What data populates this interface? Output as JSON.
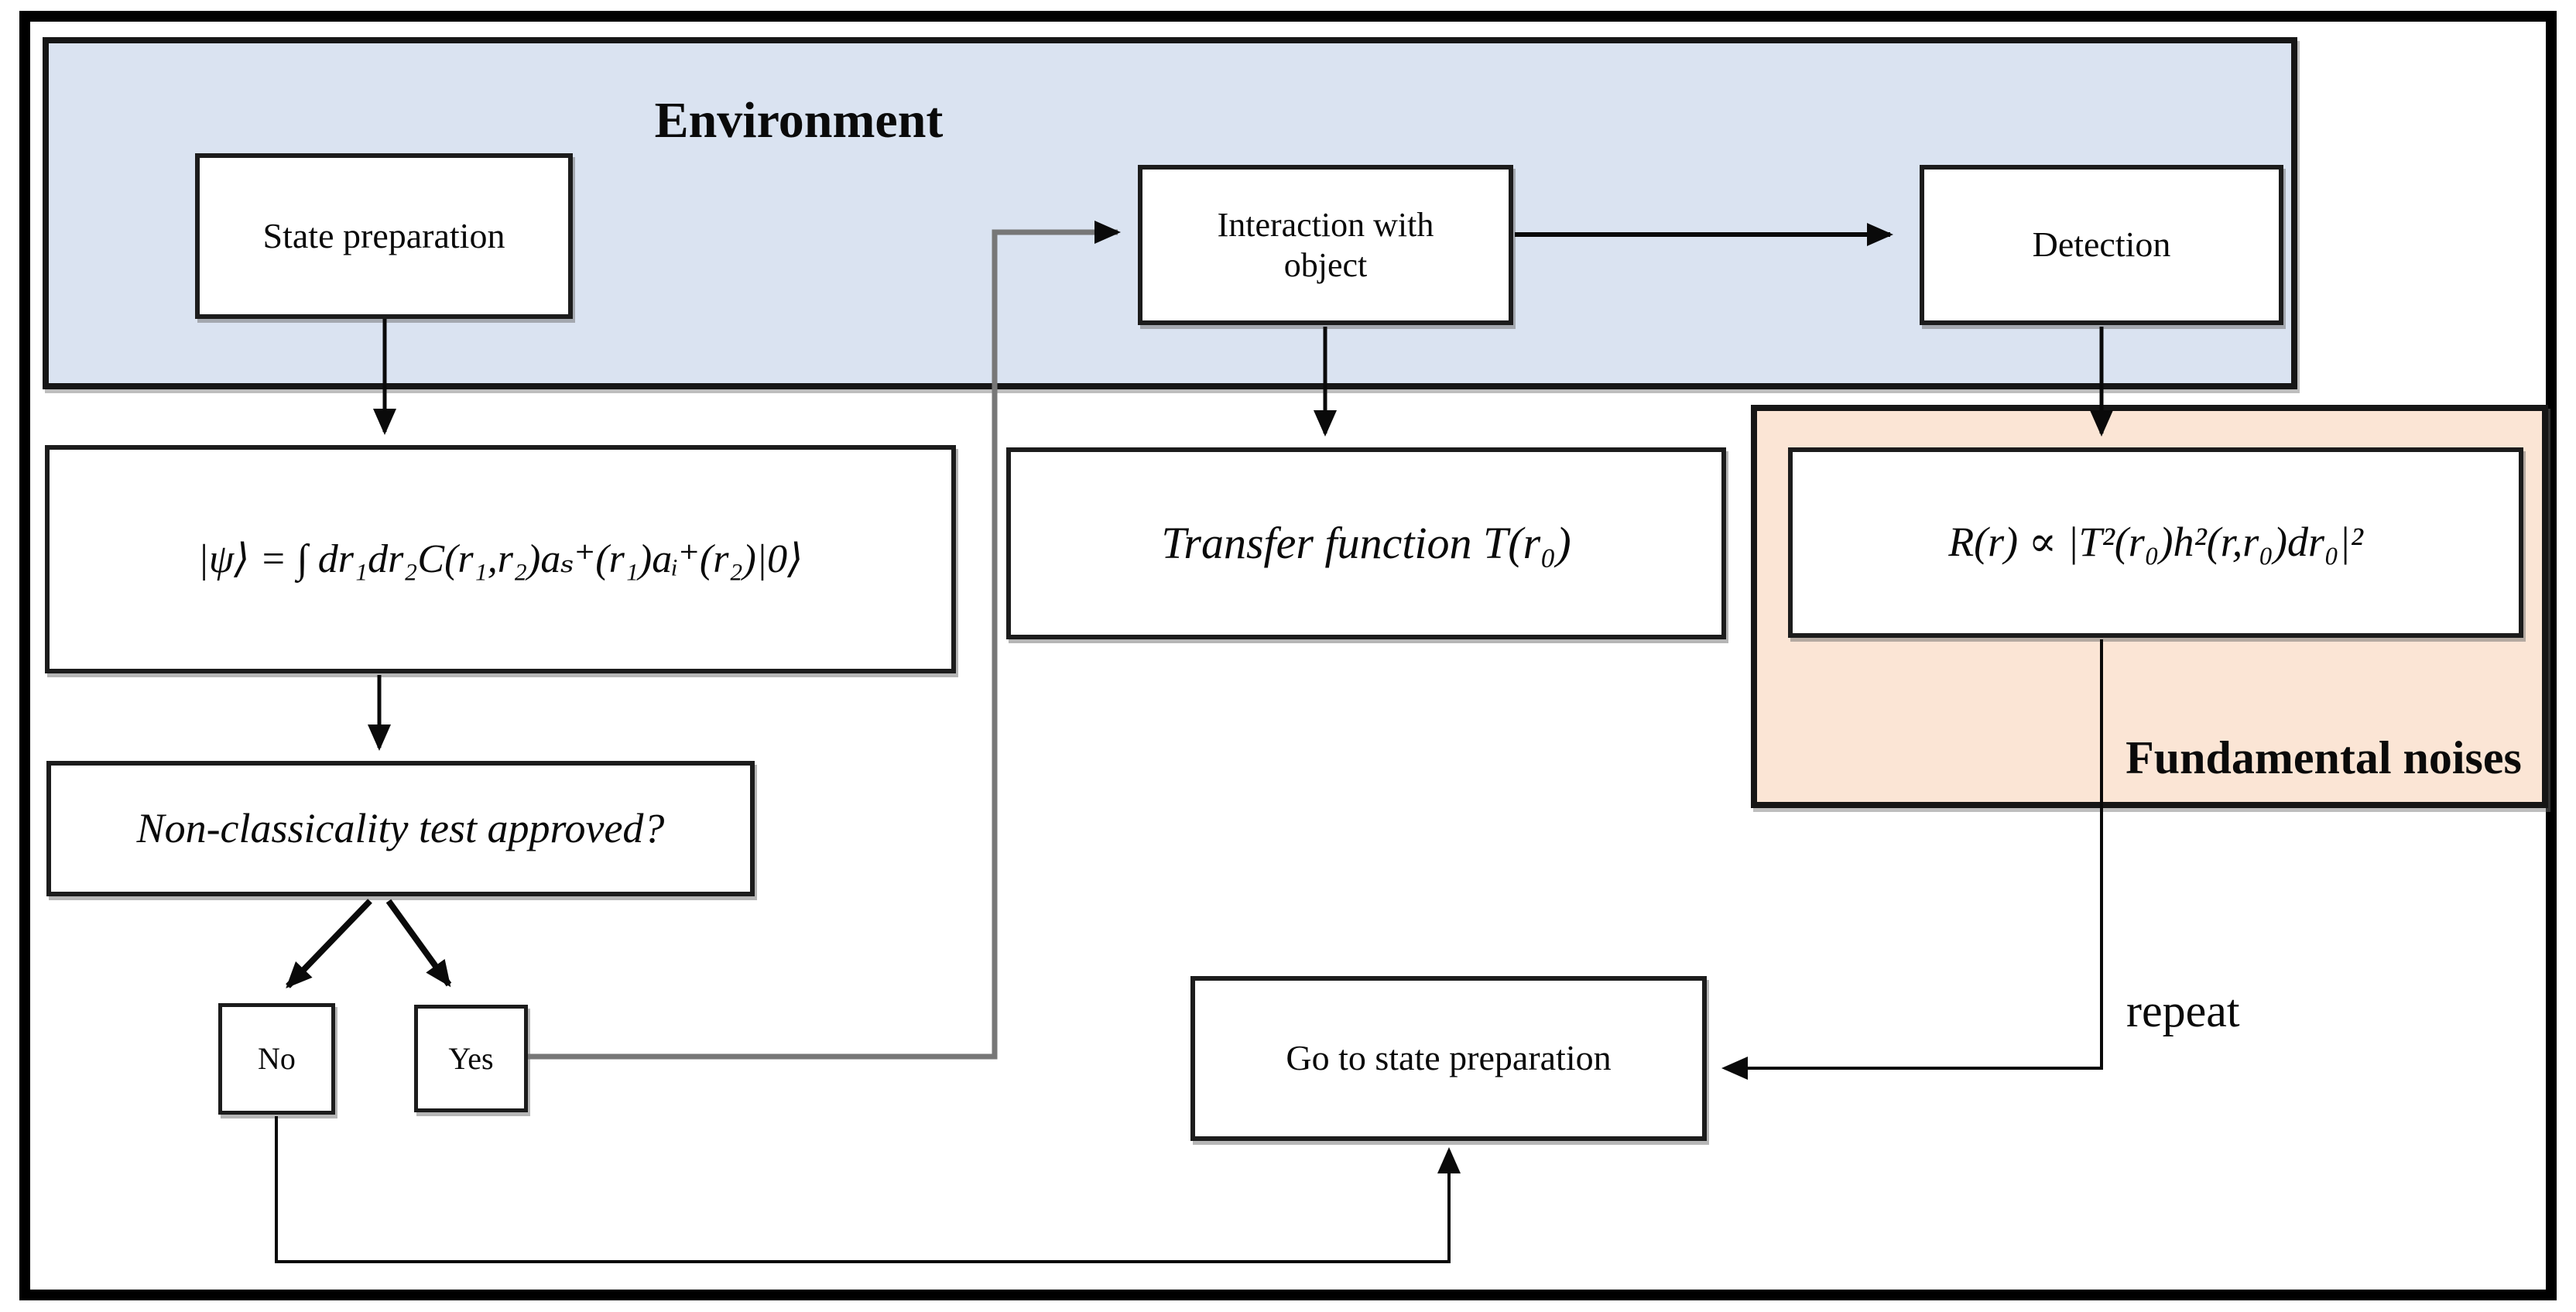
{
  "diagram": {
    "environment_label": "Environment",
    "fundamental_label": "Fundamental noises",
    "repeat_label": "repeat",
    "boxes": {
      "state": {
        "label": "State preparation"
      },
      "interaction": {
        "label": "Interaction with\nobject"
      },
      "detection": {
        "label": "Detection"
      },
      "psi": {
        "formula": "|ψ⟩ = ∫ dr₁dr₂C(r₁,r₂)aₛ⁺(r₁)aᵢ⁺(r₂)|0⟩"
      },
      "transfer": {
        "formula": "Transfer function T(r₀)"
      },
      "response": {
        "formula": "R(r) ∝ |T²(r₀)h²(r,r₀)dr₀|²"
      },
      "test": {
        "label": "Non-classicality test approved?"
      },
      "no": {
        "label": "No"
      },
      "yes": {
        "label": "Yes"
      },
      "goto": {
        "label": "Go to state preparation"
      }
    },
    "colors": {
      "environment_fill": "#dae3f1",
      "noise_fill": "#fbe5d5",
      "line": "#000000",
      "yes_connector": "#777777"
    }
  }
}
